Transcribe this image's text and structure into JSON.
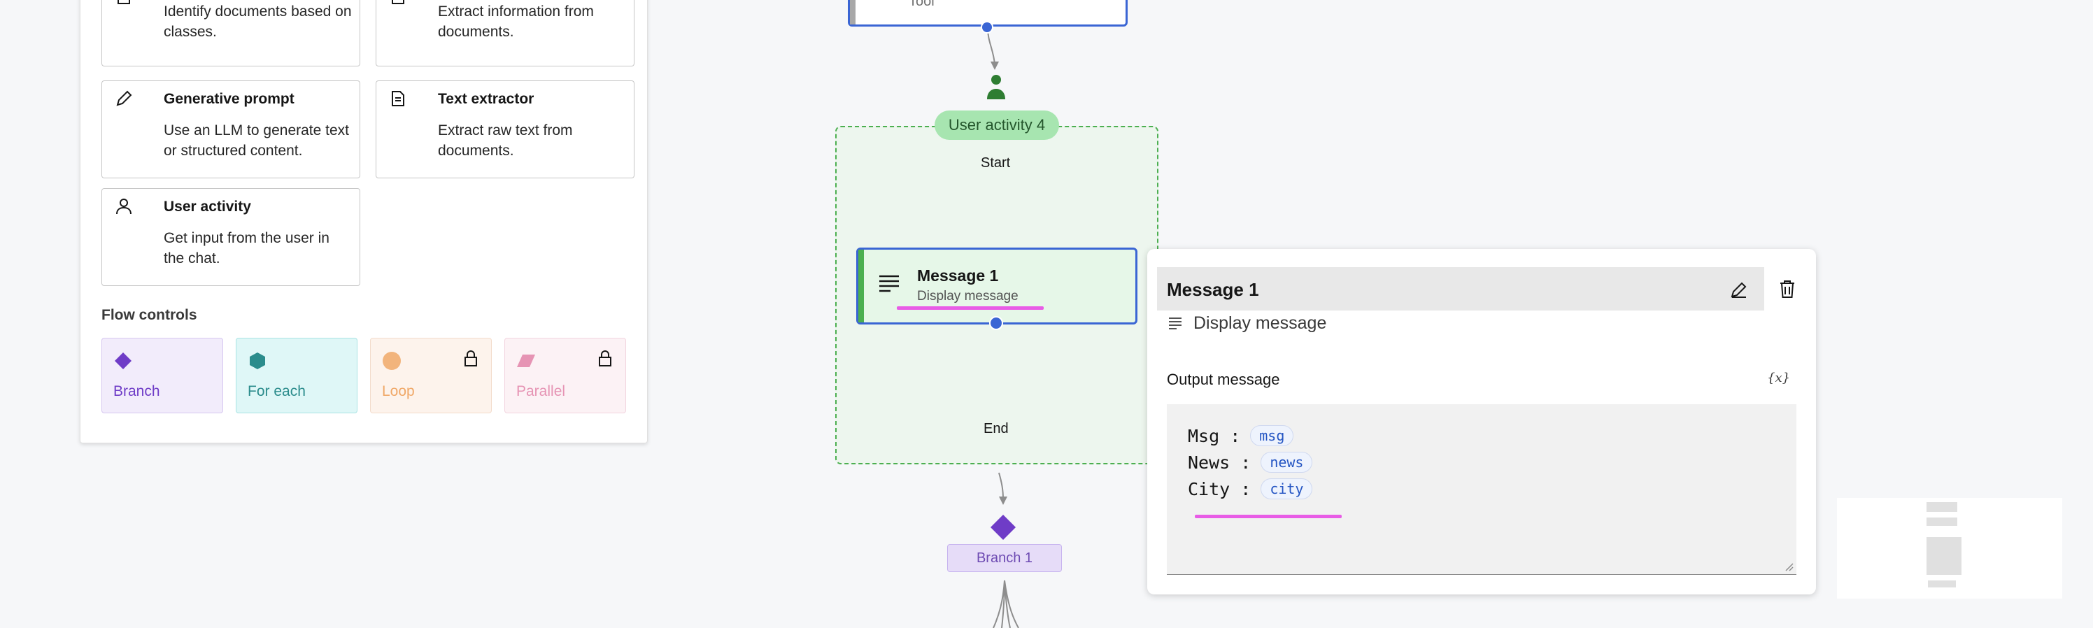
{
  "palette": {
    "cards": [
      {
        "id": "classifier",
        "title": "",
        "desc": "Identify documents based on classes.",
        "icon": "document-icon"
      },
      {
        "id": "extractor",
        "title": "",
        "desc": "Extract information from documents.",
        "icon": "extract-icon"
      },
      {
        "id": "generative",
        "title": "Generative prompt",
        "desc": "Use an LLM to generate text or structured content.",
        "icon": "pencil-icon"
      },
      {
        "id": "textext",
        "title": "Text extractor",
        "desc": "Extract raw text from documents.",
        "icon": "text-document-icon"
      },
      {
        "id": "useractivity",
        "title": "User activity",
        "desc": "Get input from the user in the chat.",
        "icon": "user-icon"
      }
    ],
    "flow_controls_title": "Flow controls",
    "flow_controls": [
      {
        "label": "Branch",
        "color": "#6f3cc7",
        "bg": "#f2ecfb",
        "locked": false
      },
      {
        "label": "For each",
        "color": "#2b8c8c",
        "bg": "#dff7f7",
        "locked": false
      },
      {
        "label": "Loop",
        "color": "#f0a868",
        "bg": "#fdf3ec",
        "locked": true
      },
      {
        "label": "Parallel",
        "color": "#e694b4",
        "bg": "#fcf2f5",
        "locked": true
      }
    ]
  },
  "flow": {
    "tool_node_sub": "Tool",
    "user_activity_label": "User activity 4",
    "start_label": "Start",
    "end_label": "End",
    "message_node": {
      "title": "Message 1",
      "subtitle": "Display message"
    },
    "branch_label": "Branch 1"
  },
  "properties": {
    "title": "Message 1",
    "type": "Display message",
    "output_label": "Output message",
    "variable_icon": "{x}",
    "lines": [
      {
        "key": "Msg :",
        "chip": "msg"
      },
      {
        "key": "News :",
        "chip": "news"
      },
      {
        "key": "City :",
        "chip": "city"
      }
    ]
  },
  "colors": {
    "accent": "#3a65d4",
    "highlight": "#e85ce6",
    "green": "#4caf50"
  }
}
